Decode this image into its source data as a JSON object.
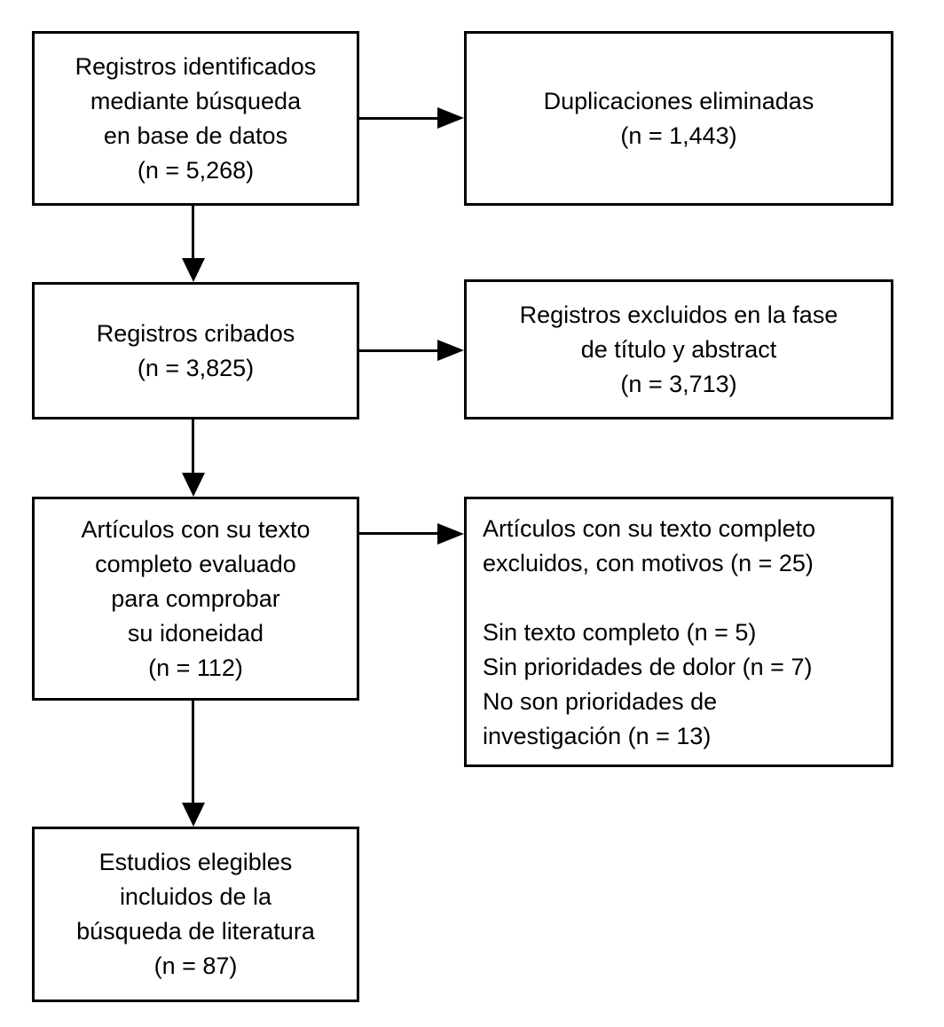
{
  "diagram": {
    "type": "flowchart",
    "language": "es",
    "colors": {
      "background": "#ffffff",
      "box_border": "#000000",
      "text": "#000000",
      "arrow": "#000000"
    },
    "boxes": [
      {
        "id": "records-identified",
        "lines": [
          "Registros identificados",
          "mediante búsqueda",
          "en base de datos",
          "(n = 5,268)"
        ],
        "n": 5268
      },
      {
        "id": "duplicates-removed",
        "lines": [
          "Duplicaciones eliminadas",
          "(n = 1,443)"
        ],
        "n": 1443
      },
      {
        "id": "records-screened",
        "lines": [
          "Registros cribados",
          "(n = 3,825)"
        ],
        "n": 3825
      },
      {
        "id": "records-excluded-title-abstract",
        "lines": [
          "Registros excluidos en la fase",
          "de título y abstract",
          "(n = 3,713)"
        ],
        "n": 3713
      },
      {
        "id": "fulltext-assessed",
        "lines": [
          "Artículos con su texto",
          "completo evaluado",
          "para comprobar",
          "su idoneidad",
          "(n = 112)"
        ],
        "n": 112
      },
      {
        "id": "fulltext-excluded-with-reasons",
        "lines": [
          "Artículos con su texto completo",
          "excluidos, con motivos (n = 25)",
          "",
          "Sin texto completo (n = 5)",
          "Sin prioridades de dolor (n = 7)",
          "No son prioridades de",
          "investigación (n = 13)"
        ],
        "n": 25,
        "reasons": [
          {
            "label": "Sin texto completo",
            "n": 5
          },
          {
            "label": "Sin prioridades de dolor",
            "n": 7
          },
          {
            "label": "No son prioridades de investigación",
            "n": 13
          }
        ]
      },
      {
        "id": "studies-included",
        "lines": [
          "Estudios elegibles",
          "incluidos de la",
          "búsqueda de literatura",
          "(n = 87)"
        ],
        "n": 87
      }
    ]
  }
}
